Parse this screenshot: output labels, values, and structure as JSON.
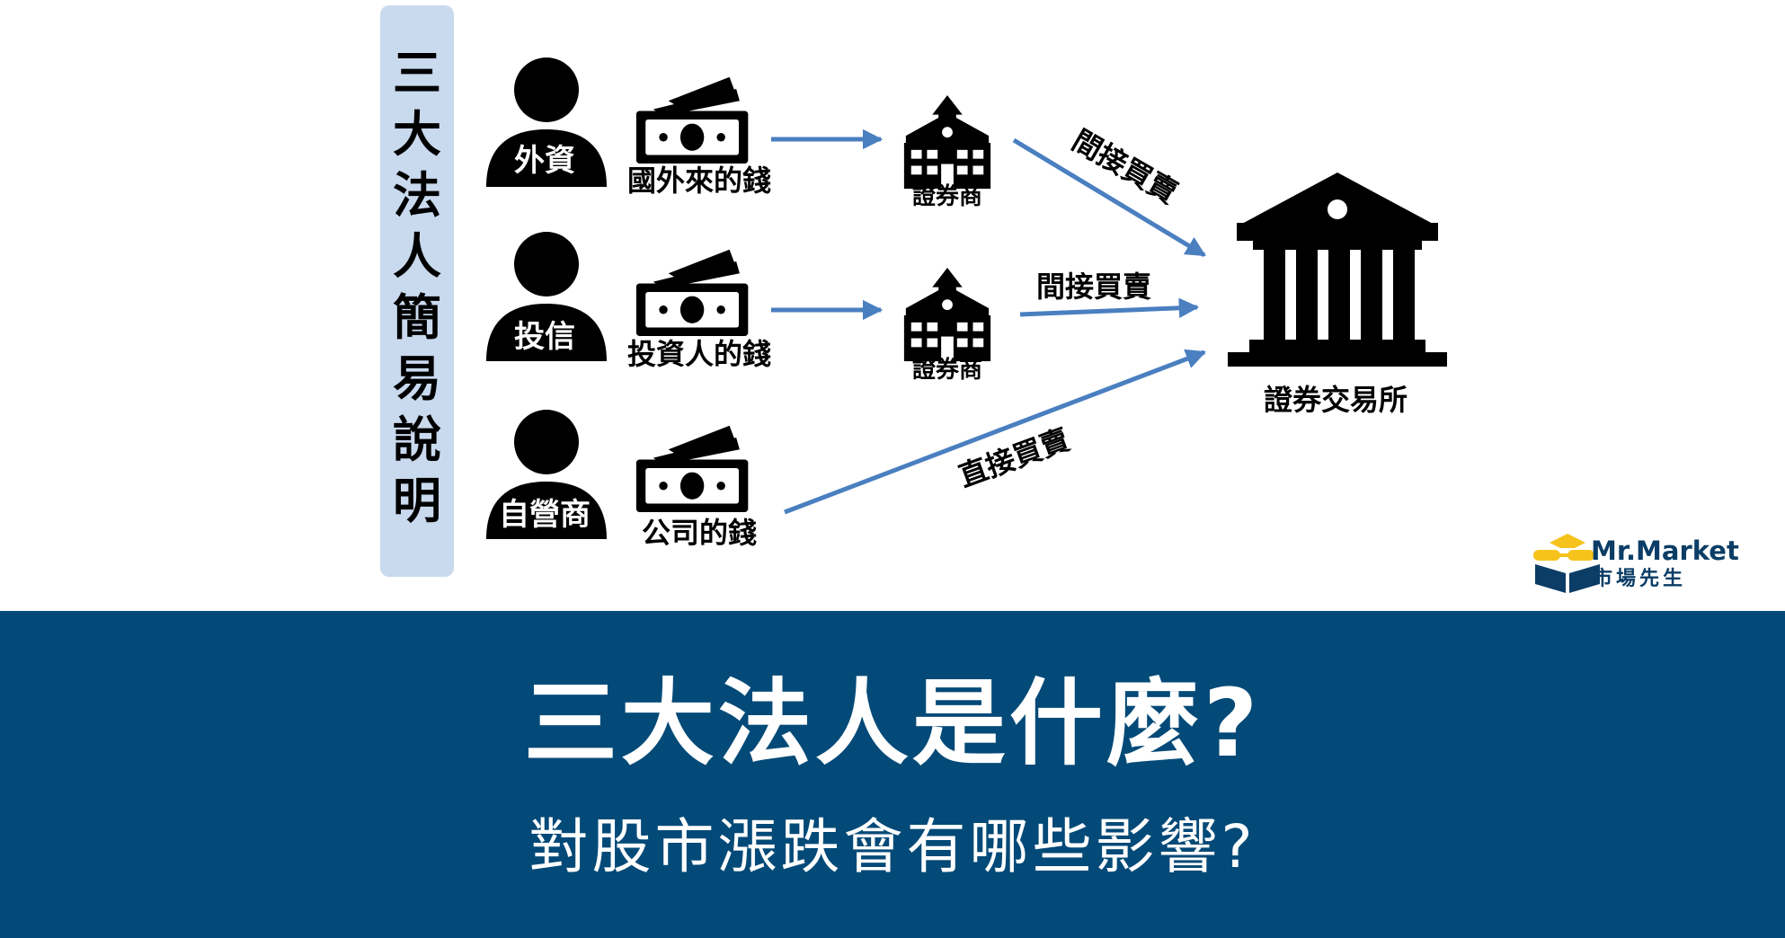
{
  "sidebar": {
    "title": "三大法人簡易說明"
  },
  "investors": [
    {
      "label": "外資",
      "money_label": "國外來的錢"
    },
    {
      "label": "投信",
      "money_label": "投資人的錢"
    },
    {
      "label": "自營商",
      "money_label": "公司的錢"
    }
  ],
  "brokers": [
    "證券商",
    "證券商"
  ],
  "exchange": {
    "label": "證券交易所"
  },
  "arrows": {
    "indirect_1": "間接買賣",
    "indirect_2": "間接買賣",
    "direct": "直接買賣"
  },
  "colors": {
    "arrow": "#4a7fc0",
    "banner": "#044a78",
    "sidebar": "#c9d9ee",
    "logo_yellow": "#f6c31c",
    "logo_navy": "#0b3d66"
  },
  "icons": [
    "person-icon",
    "money-icon",
    "broker-building-icon",
    "exchange-building-icon",
    "mr-market-logo-icon"
  ],
  "logo": {
    "name_en": "Mr.Market",
    "name_zh": "市場先生"
  },
  "banner": {
    "title": "三大法人是什麼?",
    "subtitle": "對股市漲跌會有哪些影響?"
  }
}
